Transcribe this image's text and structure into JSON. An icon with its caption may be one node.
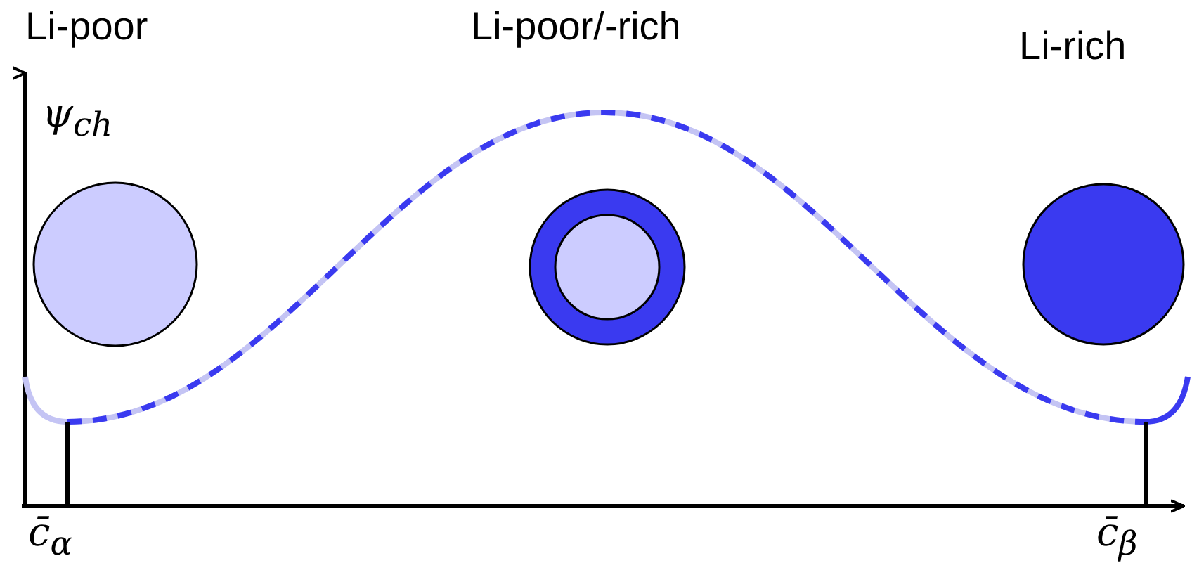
{
  "diagram": {
    "labels": [
      "Li-poor",
      "Li-poor/-rich",
      "Li-rich",
      "ψ$_{ch}$",
      "c̄$_{α}$",
      "c̄$_{β}$"
    ]
  }
}
